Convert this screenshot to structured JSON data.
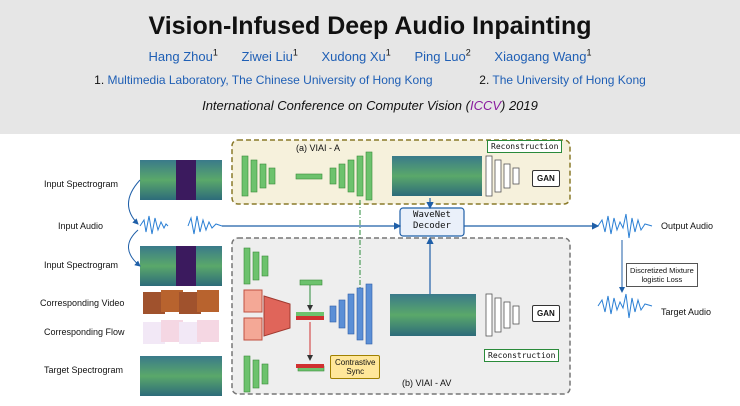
{
  "header": {
    "title": "Vision-Infused Deep Audio Inpainting",
    "authors": [
      {
        "name": "Hang Zhou",
        "affil": "1"
      },
      {
        "name": "Ziwei Liu",
        "affil": "1"
      },
      {
        "name": "Xudong Xu",
        "affil": "1"
      },
      {
        "name": "Ping Luo",
        "affil": "2"
      },
      {
        "name": "Xiaogang Wang",
        "affil": "1"
      }
    ],
    "affiliations": [
      {
        "num": "1.",
        "name": "Multimedia Laboratory, The Chinese University of Hong Kong"
      },
      {
        "num": "2.",
        "name": "The University of Hong Kong"
      }
    ],
    "conference": {
      "pre": "International Conference on Computer Vision (",
      "hl": "ICCV",
      "post": ") 2019"
    }
  },
  "diagram": {
    "left_labels": {
      "input_spectrogram_1": "Input Spectrogram",
      "input_audio": "Input Audio",
      "input_spectrogram_2": "Input Spectrogram",
      "corresponding_video": "Corresponding Video",
      "corresponding_flow": "Corresponding Flow",
      "target_spectrogram": "Target Spectrogram"
    },
    "right_labels": {
      "output_audio": "Output Audio",
      "target_audio": "Target Audio"
    },
    "viai_a_title": "(a) VIAI - A",
    "viai_av_title": "(b) VIAI - AV",
    "wavenet": {
      "line1": "WaveNet",
      "line2": "Decoder"
    },
    "reconstruction_label": "Reconstruction",
    "gan_label": "GAN",
    "disc_loss": {
      "line1": "Discretized Mixture",
      "line2": "logistic Loss"
    },
    "contrastive": {
      "line1": "Contrastive",
      "line2": "Sync"
    },
    "colors": {
      "viai_a_fill": "#f6f1dc",
      "viai_a_border": "#8a7a2a",
      "viai_av_fill": "#eeeeee",
      "viai_av_border": "#777777",
      "encoder_green": "#6dc26d",
      "generator_blue": "#5b8fd6",
      "video_red": "#e0655a",
      "waveform_blue": "#2a7fd4"
    }
  }
}
